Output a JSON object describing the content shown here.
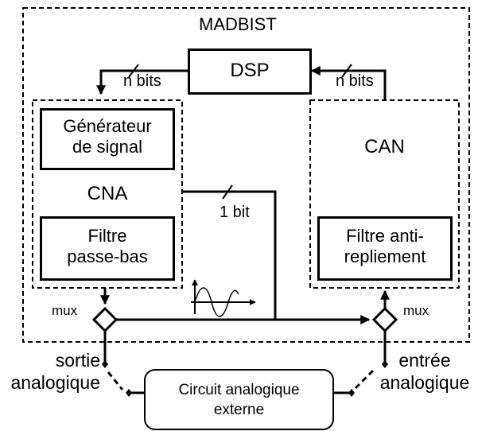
{
  "diagram": {
    "outer_label": "MADBIST",
    "dsp": "DSP",
    "bus_left": "n bits",
    "bus_right": "n bits",
    "bus_mid": "1 bit",
    "generator_line1": "Générateur",
    "generator_line2": "de signal",
    "cna": "CNA",
    "can": "CAN",
    "lowpass_line1": "Filtre",
    "lowpass_line2": "passe-bas",
    "antialias_line1": "Filtre anti-",
    "antialias_line2": "repliement",
    "mux_left": "mux",
    "mux_right": "mux",
    "output_line1": "sortie",
    "output_line2": "analogique",
    "input_line1": "entrée",
    "input_line2": "analogique",
    "external_line1": "Circuit analogique",
    "external_line2": "externe"
  }
}
